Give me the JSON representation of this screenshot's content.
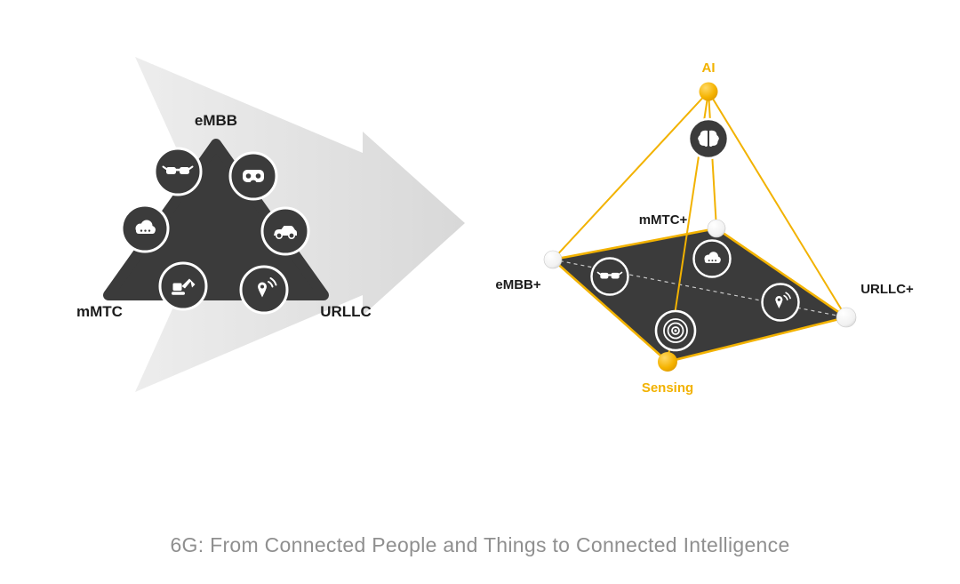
{
  "page": {
    "background": "#ffffff"
  },
  "caption": {
    "text": "6G: From Connected People and Things to Connected Intelligence"
  },
  "colors": {
    "accent_gold": "#f2b200",
    "dark_shape": "#3b3b3b",
    "arrow_gray": "#e3e3e3",
    "caption_gray": "#8f8f8f",
    "label_black": "#1c1c1c"
  },
  "left_diagram": {
    "name": "5G service triangle with transition arrow",
    "labels": {
      "embb": "eMBB",
      "mmtc": "mMTC",
      "urllc": "URLLC"
    },
    "icons": [
      "smart-glasses-icon",
      "vr-headset-icon",
      "iot-cloud-icon",
      "car-icon",
      "excavator-icon",
      "location-sensor-icon"
    ]
  },
  "right_diagram": {
    "name": "6G capability tetrahedron",
    "labels": {
      "ai": "AI",
      "mmtc_plus": "mMTC+",
      "embb_plus": "eMBB+",
      "urllc_plus": "URLLC+",
      "sensing": "Sensing"
    },
    "icons": [
      "ai-brain-icon",
      "smart-glasses-icon",
      "iot-cloud-icon",
      "sensing-radar-icon",
      "location-sensor-icon"
    ]
  }
}
